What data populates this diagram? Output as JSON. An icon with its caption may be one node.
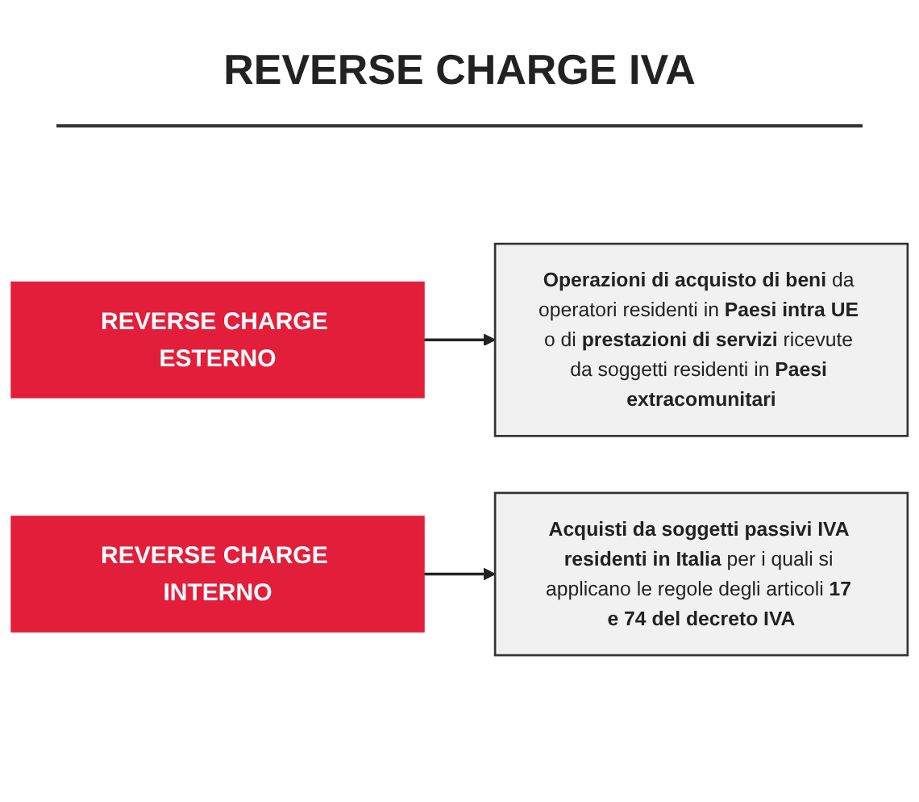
{
  "diagram": {
    "title": "REVERSE CHARGE IVA",
    "nodes": [
      {
        "text": [
          "REVERSE CHARGE ESTERNO"
        ]
      },
      {
        "text": [
          "**Operazioni di acquisto di beni** da operatori residenti in **Paesi intra UE** o di **prestazioni di servizi** ricevute da soggetti residenti in **Paesi extracomunitari**"
        ]
      },
      {
        "text": [
          "REVERSE CHARGE INTERNO"
        ]
      },
      {
        "text": [
          "**Acquisti da soggetti passivi IVA residenti in Italia** per i quali si applicano le regole degli articoli **17 e 74 del decreto IVA**"
        ]
      }
    ],
    "edges": [
      {
        "from": 0,
        "to": 1,
        "arrow": "to"
      },
      {
        "from": 2,
        "to": 3,
        "arrow": "to"
      }
    ]
  }
}
